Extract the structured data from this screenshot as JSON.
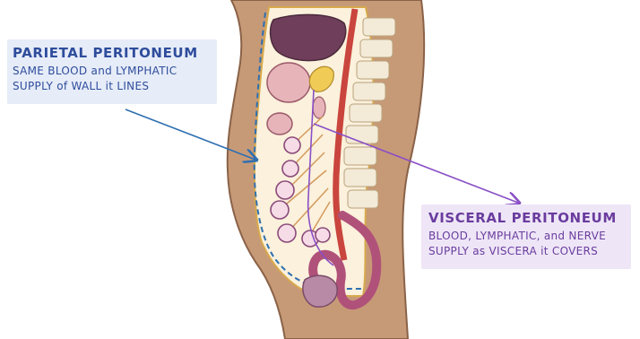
{
  "parietal": {
    "title": "PARIETAL PERITONEUM",
    "line1": "SAME BLOOD and LYMPHATIC",
    "line2": "SUPPLY of WALL it LINES"
  },
  "visceral": {
    "title": "VISCERAL PERITONEUM",
    "line1": "BLOOD, LYMPHATIC, and NERVE",
    "line2": "SUPPLY as VISCERA it COVERS"
  },
  "colors": {
    "parietal_accent": "#2e6fb0",
    "visceral_accent": "#8a4fc6",
    "skin": "#c79a77",
    "organ": "#b98aa6"
  }
}
